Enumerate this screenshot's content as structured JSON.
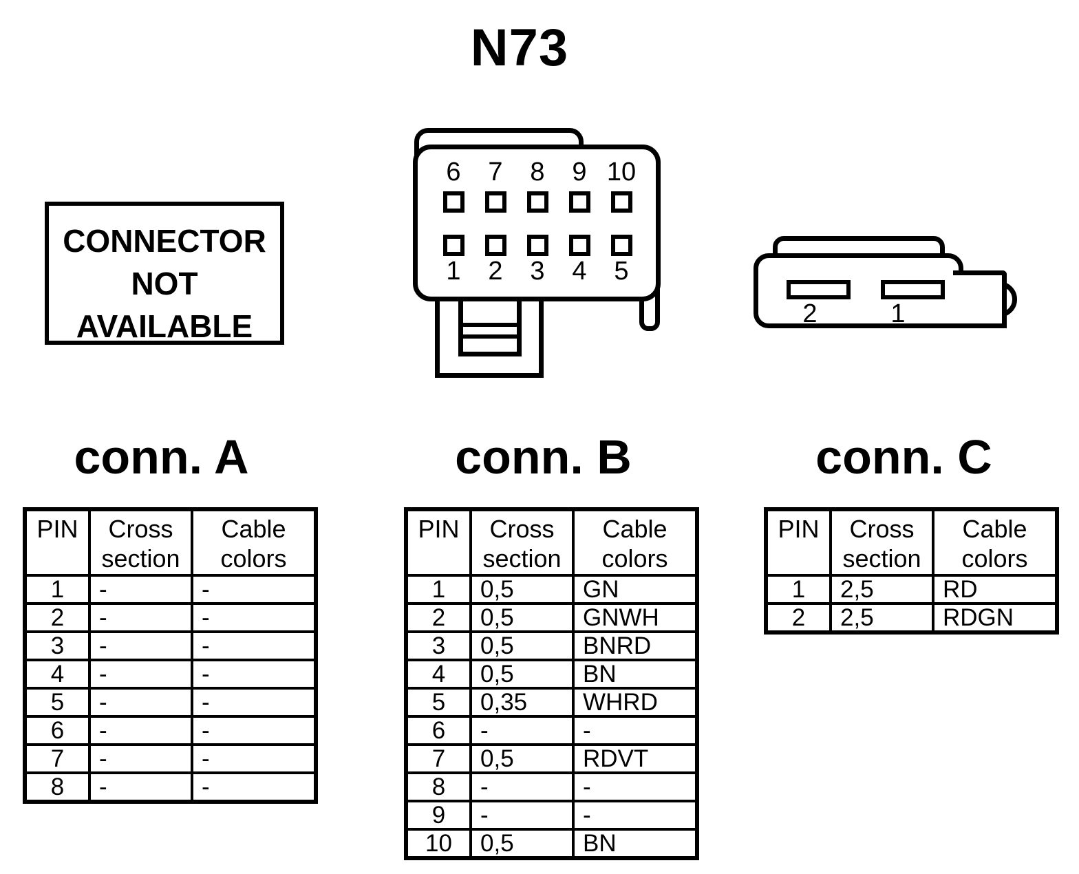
{
  "title": "N73",
  "notice_text": "CONNECTOR\nNOT\nAVAILABLE",
  "connector_b": {
    "top_pins": [
      "6",
      "7",
      "8",
      "9",
      "10"
    ],
    "bottom_pins": [
      "1",
      "2",
      "3",
      "4",
      "5"
    ]
  },
  "connector_c": {
    "pins": [
      "2",
      "1"
    ]
  },
  "tables": {
    "a": {
      "heading": "conn. A",
      "headers": [
        "PIN",
        "Cross\nsection",
        "Cable\ncolors"
      ],
      "rows": [
        [
          "1",
          "-",
          "-"
        ],
        [
          "2",
          "-",
          "-"
        ],
        [
          "3",
          "-",
          "-"
        ],
        [
          "4",
          "-",
          "-"
        ],
        [
          "5",
          "-",
          "-"
        ],
        [
          "6",
          "-",
          "-"
        ],
        [
          "7",
          "-",
          "-"
        ],
        [
          "8",
          "-",
          "-"
        ]
      ]
    },
    "b": {
      "heading": "conn. B",
      "headers": [
        "PIN",
        "Cross\nsection",
        "Cable\ncolors"
      ],
      "rows": [
        [
          "1",
          "0,5",
          "GN"
        ],
        [
          "2",
          "0,5",
          "GNWH"
        ],
        [
          "3",
          "0,5",
          "BNRD"
        ],
        [
          "4",
          "0,5",
          "BN"
        ],
        [
          "5",
          "0,35",
          "WHRD"
        ],
        [
          "6",
          "-",
          "-"
        ],
        [
          "7",
          "0,5",
          "RDVT"
        ],
        [
          "8",
          "-",
          "-"
        ],
        [
          "9",
          "-",
          "-"
        ],
        [
          "10",
          "0,5",
          "BN"
        ]
      ]
    },
    "c": {
      "heading": "conn. C",
      "headers": [
        "PIN",
        "Cross\nsection",
        "Cable\ncolors"
      ],
      "rows": [
        [
          "1",
          "2,5",
          "RD"
        ],
        [
          "2",
          "2,5",
          "RDGN"
        ]
      ]
    }
  },
  "colors": {
    "ink": "#000000",
    "paper": "#ffffff"
  }
}
